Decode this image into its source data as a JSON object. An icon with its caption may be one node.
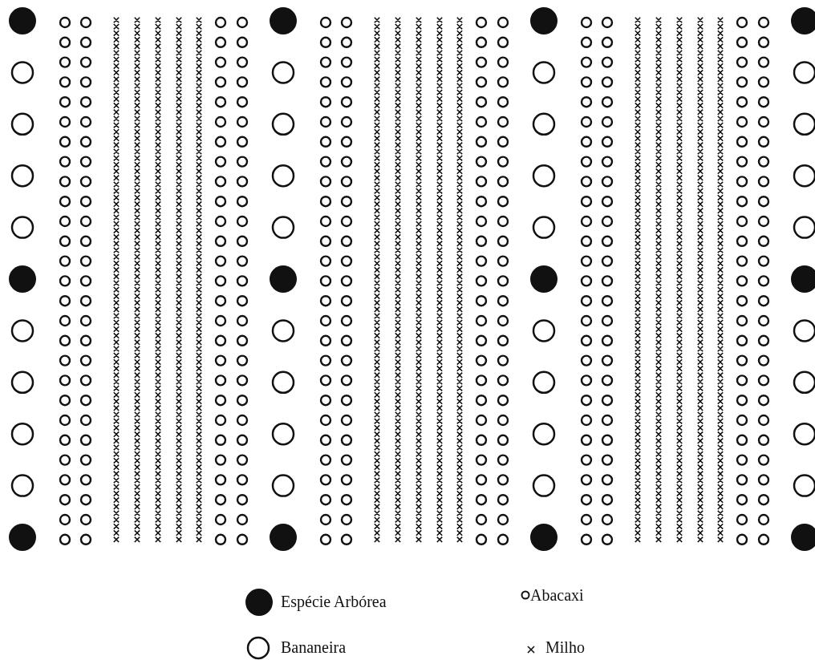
{
  "diagram": {
    "legend": [
      {
        "text": "Espécie Arbórea"
      },
      {
        "text": "Abacaxi"
      },
      {
        "text": "Bananeira"
      },
      {
        "text": "Milho"
      }
    ]
  }
}
